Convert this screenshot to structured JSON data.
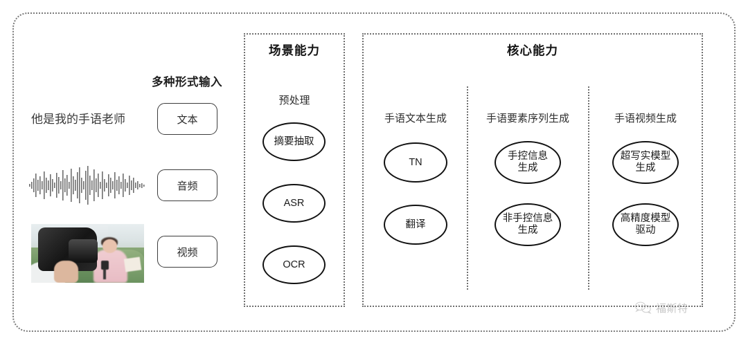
{
  "diagram": {
    "input_section": {
      "header_label": "多种形式输入",
      "sample_text": "他是我的手语老师",
      "modalities": [
        {
          "label": "文本",
          "icon": "text-sample"
        },
        {
          "label": "音频",
          "icon": "audio-waveform"
        },
        {
          "label": "视频",
          "icon": "video-thumbnail"
        }
      ]
    },
    "scene_panel": {
      "title": "场景能力",
      "column_header": "预处理",
      "nodes": [
        "摘要抽取",
        "ASR",
        "OCR"
      ]
    },
    "core_panel": {
      "title": "核心能力",
      "columns": [
        {
          "header": "手语文本生成",
          "nodes": [
            "TN",
            "翻译"
          ]
        },
        {
          "header": "手语要素序列生成",
          "nodes": [
            "手控信息\n生成",
            "非手控信息\n生成"
          ]
        },
        {
          "header": "手语视频生成",
          "nodes": [
            "超写实模型\n生成",
            "高精度模型\n驱动"
          ]
        }
      ]
    },
    "watermark": {
      "text": "福斯特",
      "icon": "wechat-logo"
    },
    "colors": {
      "border_dotted": "#6f6f6f",
      "node_stroke": "#111111",
      "text": "#2b2b2b",
      "watermark_text": "#9a9a9a",
      "background": "#ffffff"
    }
  }
}
